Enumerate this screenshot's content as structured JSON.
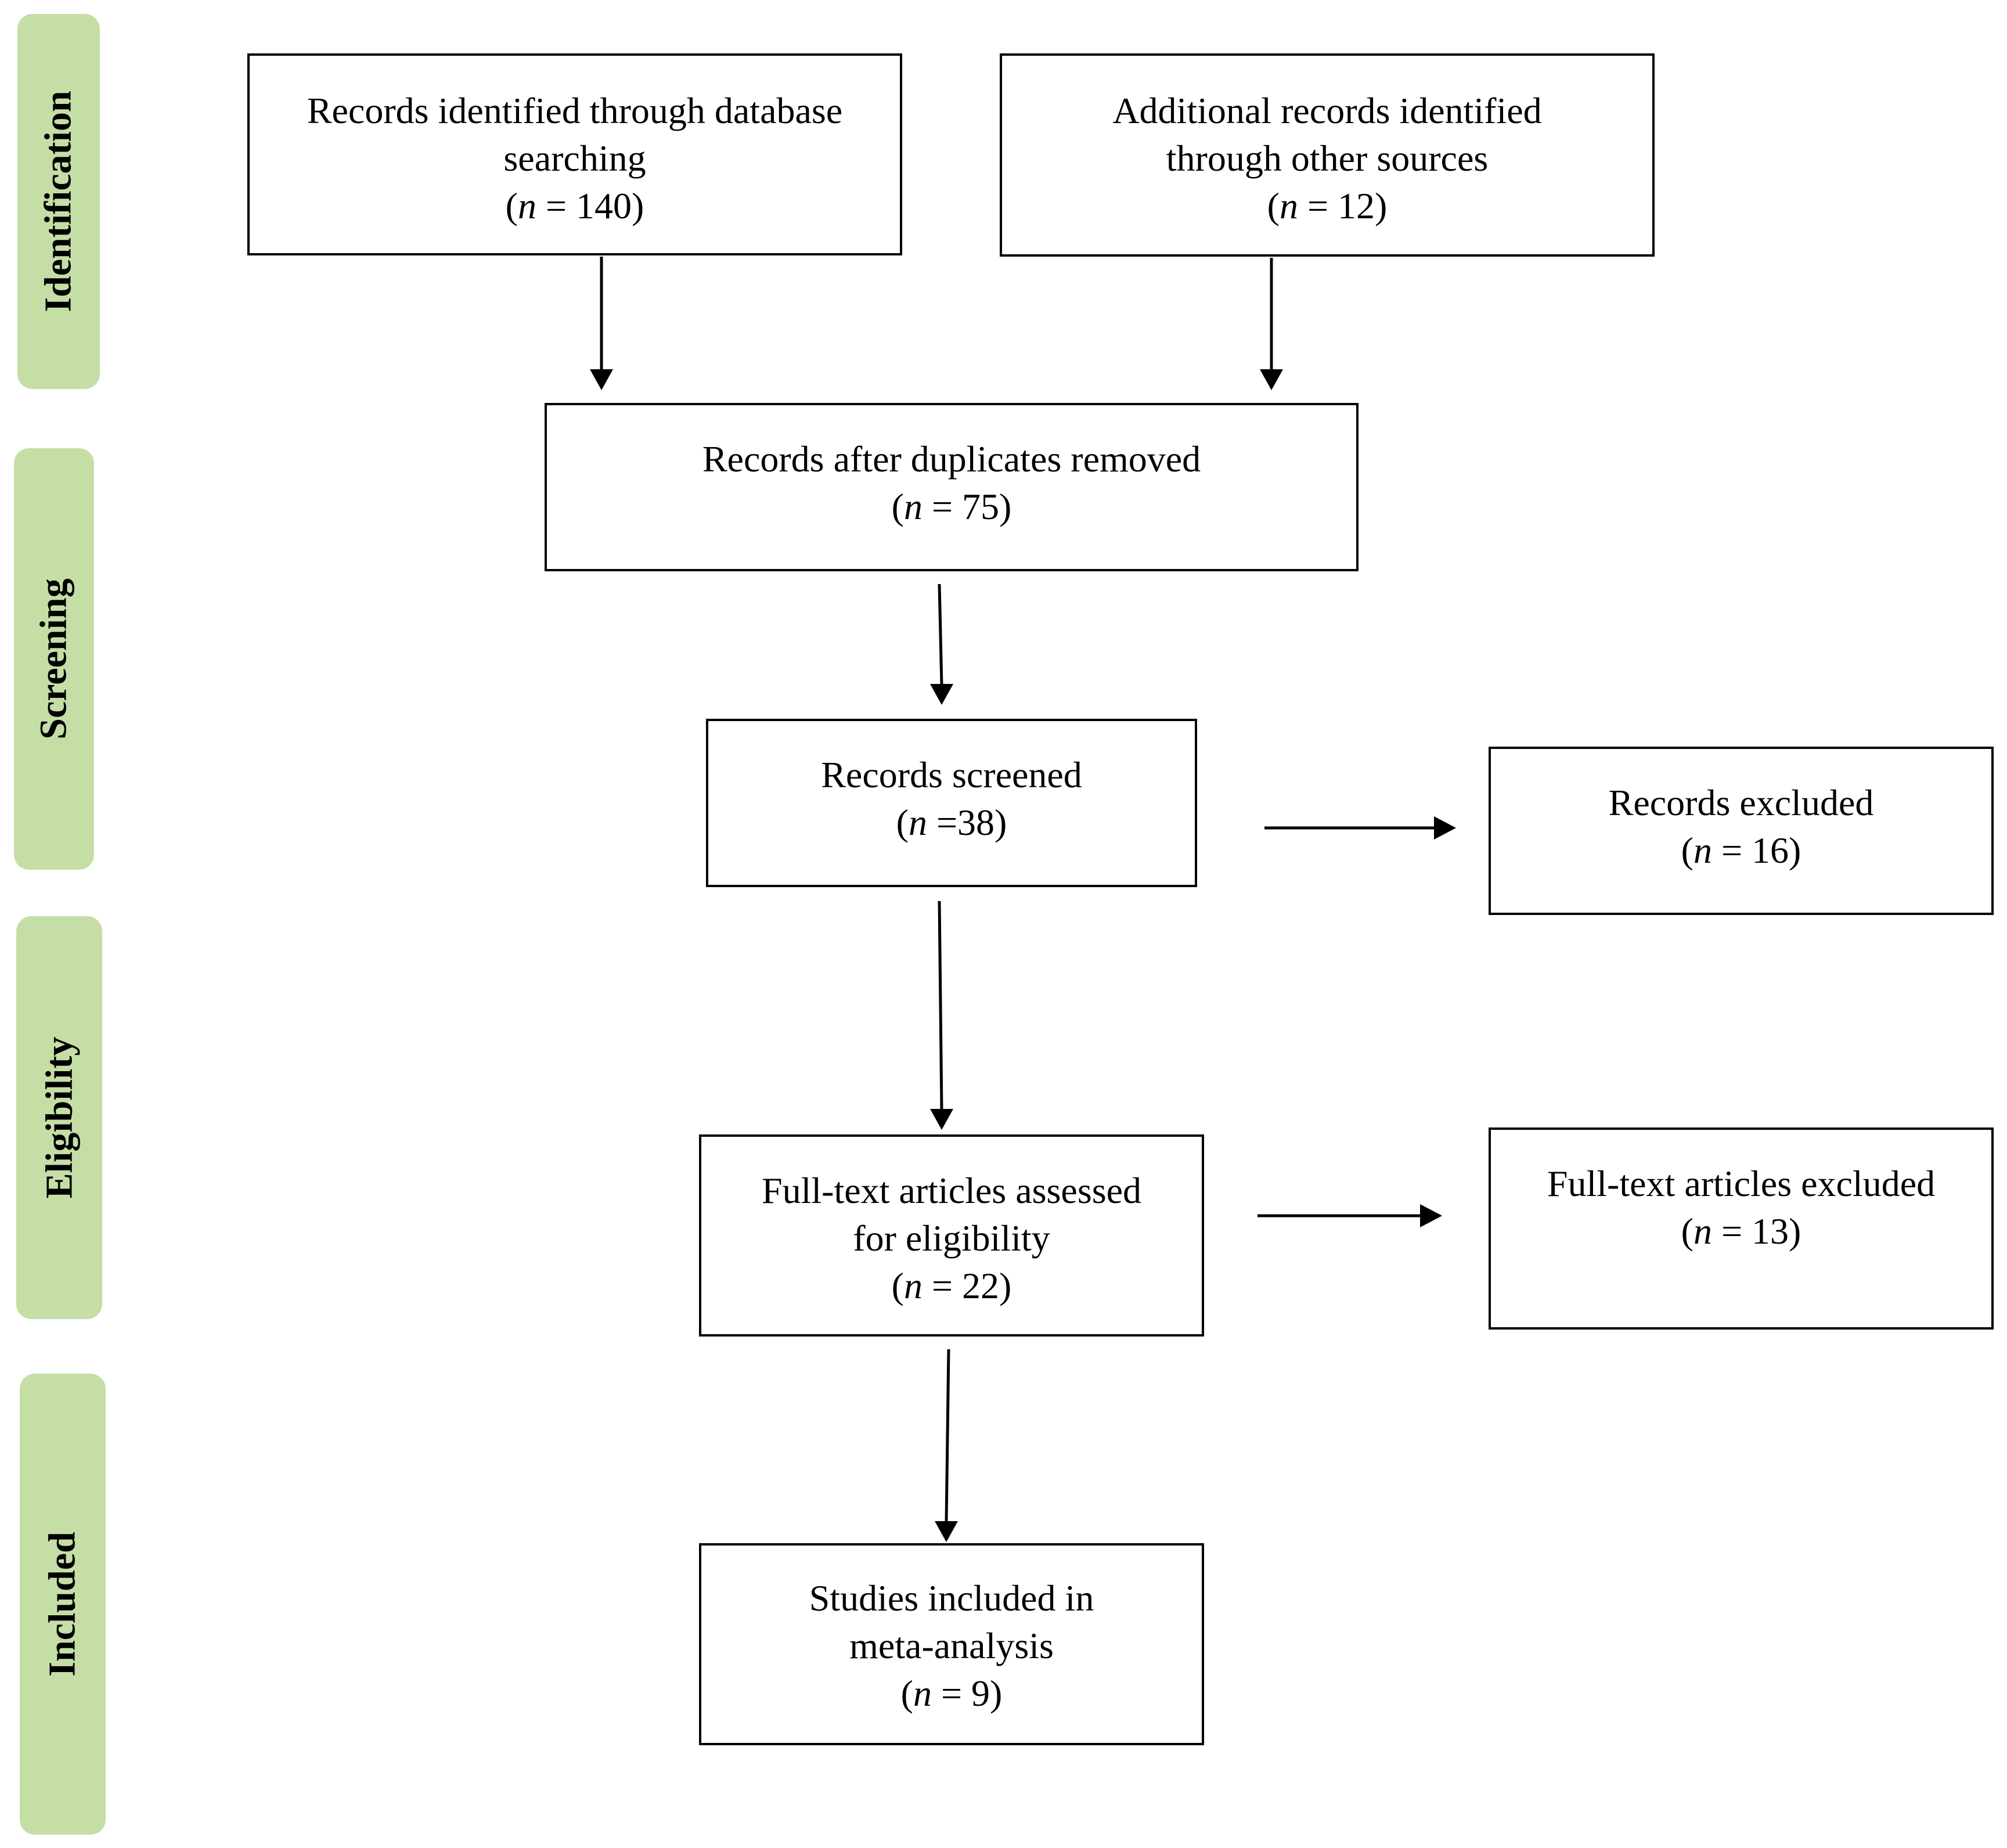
{
  "stages": {
    "identification": "Identification",
    "screening": "Screening",
    "eligibility": "Eligibility",
    "included": "Included"
  },
  "boxes": {
    "database_records": {
      "lines": [
        "Records identified through database",
        "searching"
      ],
      "n_prefix": "(",
      "n_var": "n",
      "n_suffix": " = 140)"
    },
    "other_records": {
      "lines": [
        "Additional records identified",
        "through other sources"
      ],
      "n_prefix": "(",
      "n_var": "n",
      "n_suffix": " = 12)"
    },
    "after_duplicates": {
      "lines": [
        "Records after duplicates removed"
      ],
      "n_prefix": "(",
      "n_var": "n",
      "n_suffix": " = 75)"
    },
    "screened": {
      "lines": [
        "Records screened"
      ],
      "n_prefix": "(",
      "n_var": "n",
      "n_suffix": " =38)"
    },
    "excluded": {
      "lines": [
        "Records excluded"
      ],
      "n_prefix": "(",
      "n_var": "n",
      "n_suffix": " = 16)"
    },
    "full_text_assessed": {
      "lines": [
        "Full-text articles assessed",
        "for eligibility"
      ],
      "n_prefix": "(",
      "n_var": "n",
      "n_suffix": " = 22)"
    },
    "full_text_excluded": {
      "lines": [
        "Full-text articles excluded"
      ],
      "n_prefix": "(",
      "n_var": "n",
      "n_suffix": " = 13)"
    },
    "included_studies": {
      "lines": [
        "Studies included in",
        "meta-analysis"
      ],
      "n_prefix": "(",
      "n_var": "n",
      "n_suffix": " = 9)"
    }
  },
  "colors": {
    "stage_fill": "#c5dea6",
    "stroke": "#000000",
    "background": "#ffffff"
  }
}
